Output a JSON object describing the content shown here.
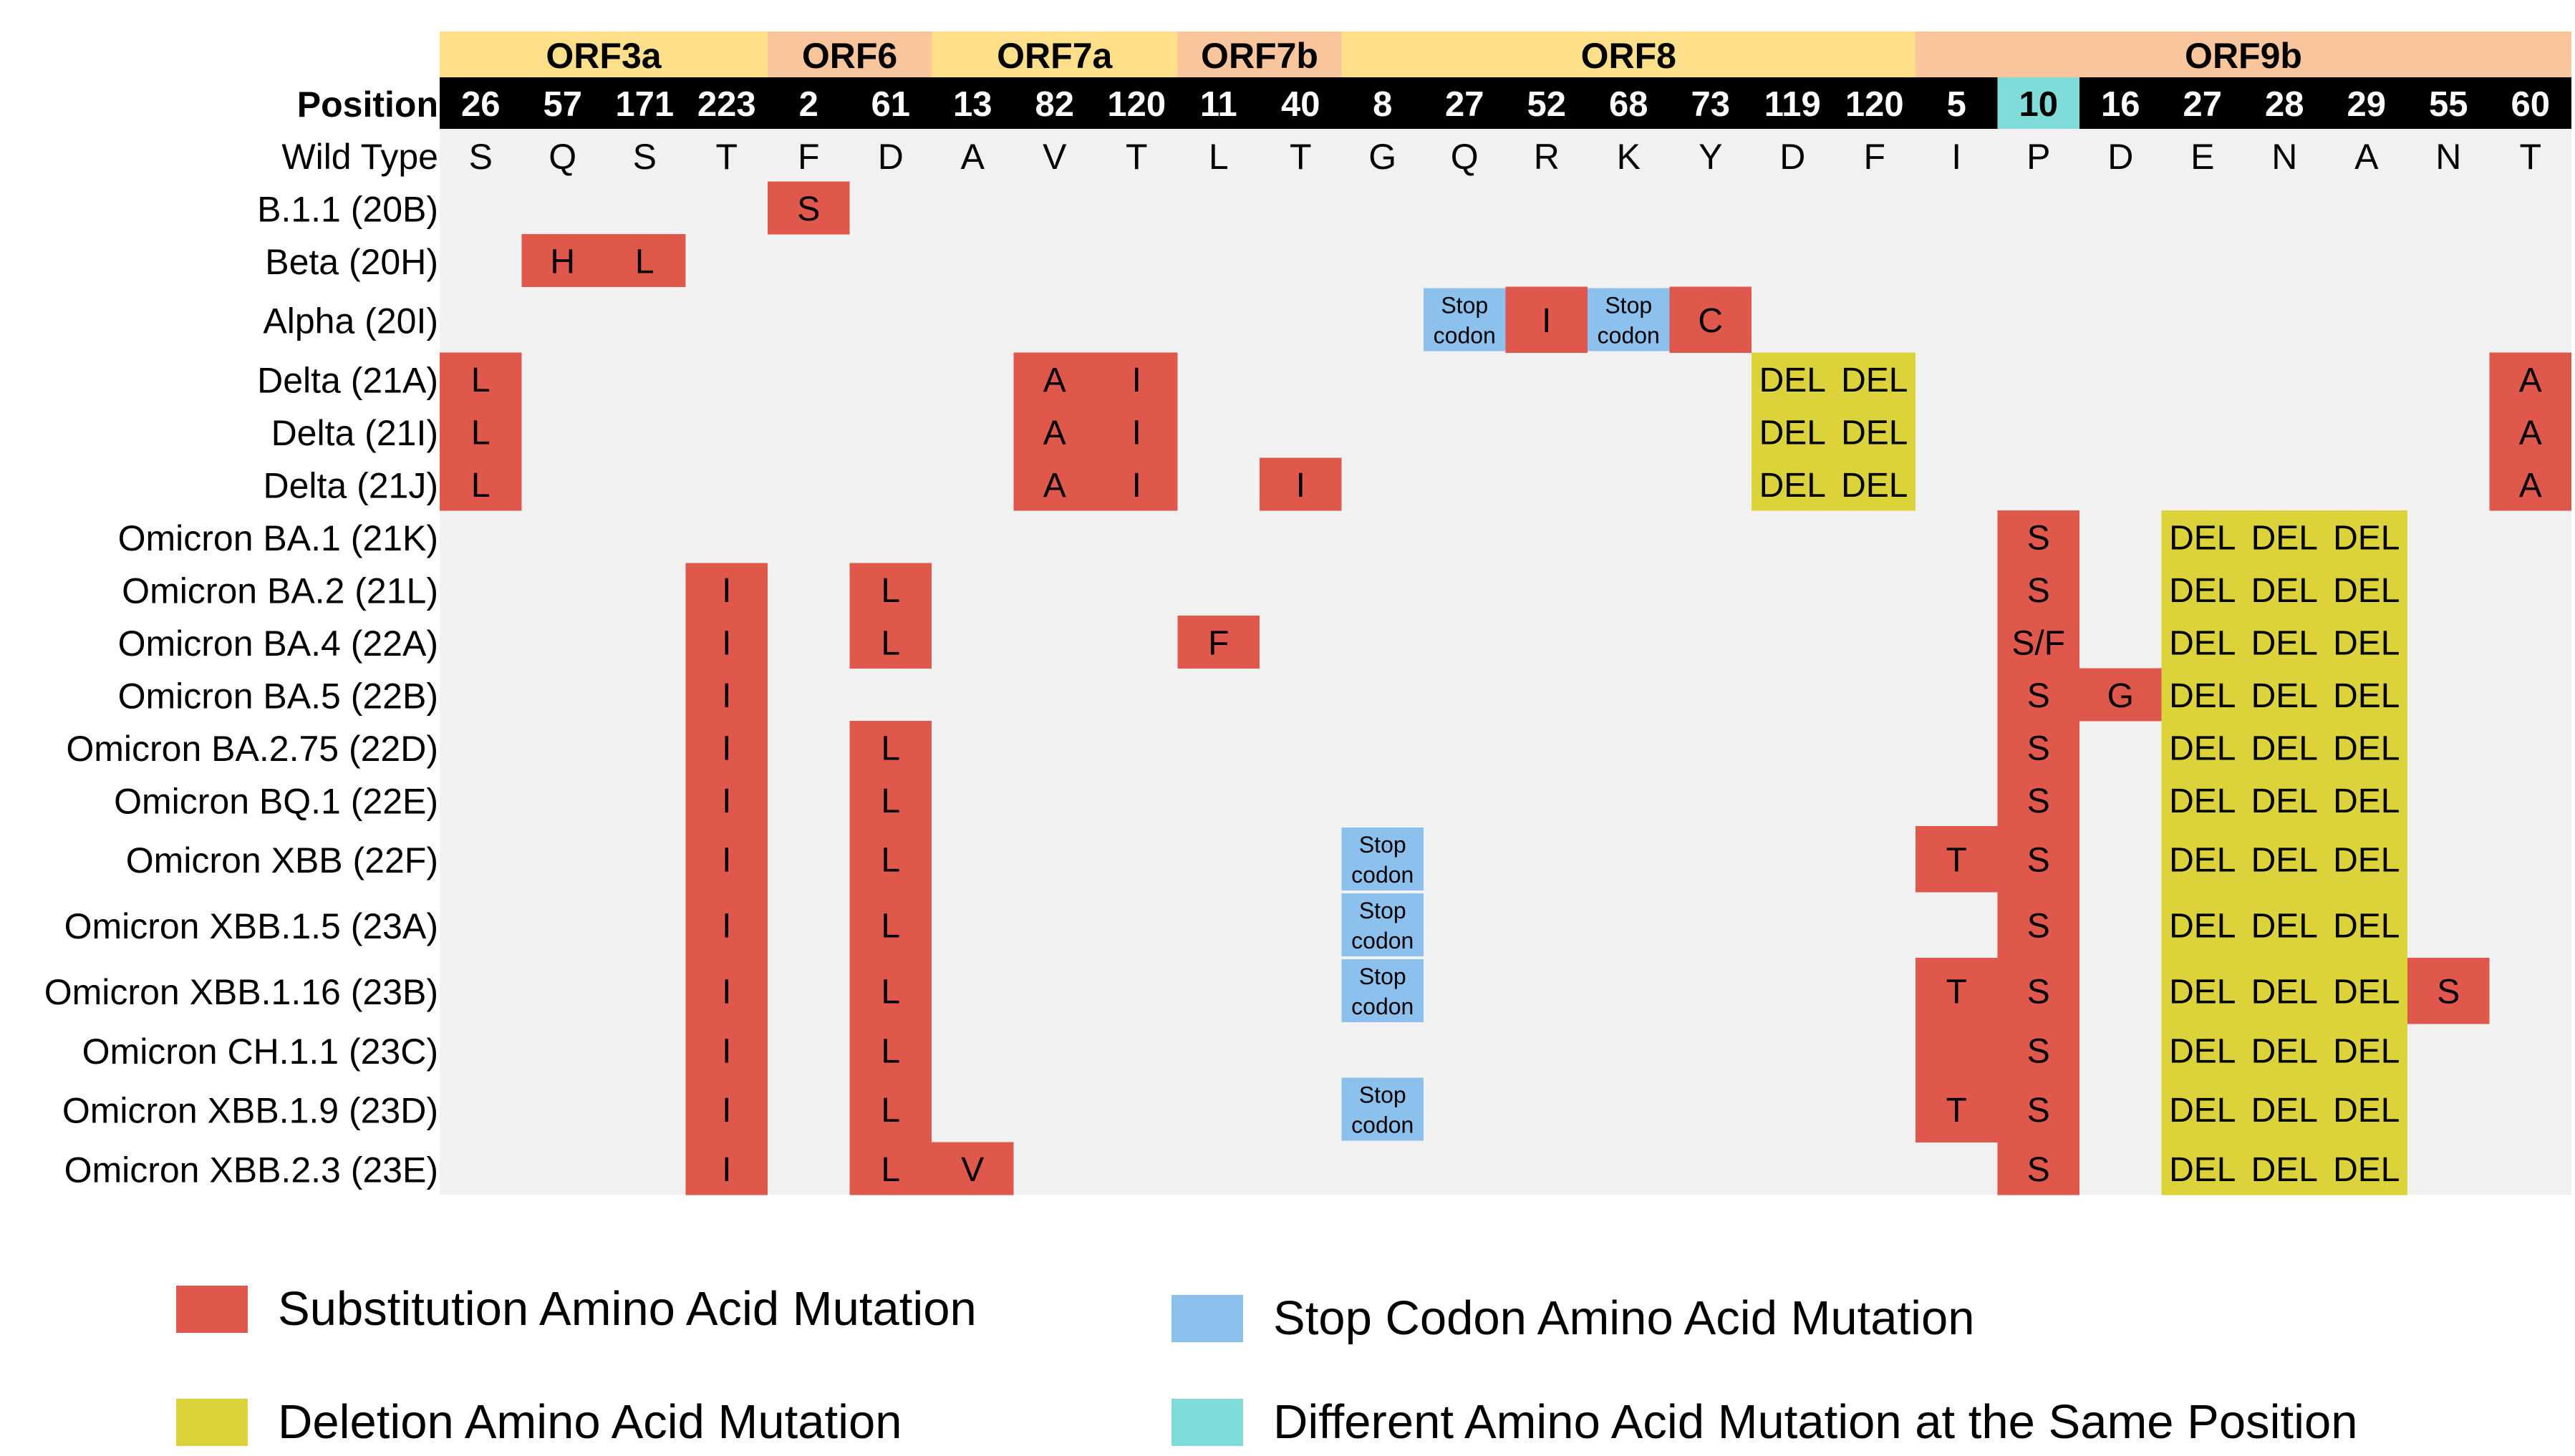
{
  "chart_data": {
    "type": "table",
    "genes": [
      {
        "name": "ORF3a",
        "span": 4,
        "color": "#ffdf8a"
      },
      {
        "name": "ORF6",
        "span": 2,
        "color": "#f8c59d"
      },
      {
        "name": "ORF7a",
        "span": 3,
        "color": "#ffdf8a"
      },
      {
        "name": "ORF7b",
        "span": 2,
        "color": "#f8c59d"
      },
      {
        "name": "ORF8",
        "span": 7,
        "color": "#ffdf8a"
      },
      {
        "name": "ORF9b",
        "span": 8,
        "color": "#f8c59d"
      }
    ],
    "position_label": "Position",
    "positions": [
      "26",
      "57",
      "171",
      "223",
      "2",
      "61",
      "13",
      "82",
      "120",
      "11",
      "40",
      "8",
      "27",
      "52",
      "68",
      "73",
      "119",
      "120",
      "5",
      "10",
      "16",
      "27",
      "28",
      "29",
      "55",
      "60"
    ],
    "highlight_position_index": 19,
    "wild_type_label": "Wild Type",
    "wild_type": [
      "S",
      "Q",
      "S",
      "T",
      "F",
      "D",
      "A",
      "V",
      "T",
      "L",
      "T",
      "G",
      "Q",
      "R",
      "K",
      "Y",
      "D",
      "F",
      "I",
      "P",
      "D",
      "E",
      "N",
      "A",
      "N",
      "T"
    ],
    "mutation_colors": {
      "S": "#e0584c",
      "D": "#dcd23a",
      "C": "#8cc1ee",
      "H": "#7fdcd8"
    },
    "stop_text": "Stop codon",
    "variants": [
      {
        "name": "B.1.1 (20B)",
        "muts": [
          [
            4,
            "S",
            "S"
          ]
        ]
      },
      {
        "name": "Beta (20H)",
        "muts": [
          [
            1,
            "H",
            "S"
          ],
          [
            2,
            "L",
            "S"
          ]
        ]
      },
      {
        "name": "Alpha (20I)",
        "tall": true,
        "muts": [
          [
            12,
            "Stop codon",
            "C"
          ],
          [
            13,
            "I",
            "S"
          ],
          [
            14,
            "Stop codon",
            "C"
          ],
          [
            15,
            "C",
            "S"
          ]
        ]
      },
      {
        "name": "Delta (21A)",
        "muts": [
          [
            0,
            "L",
            "S"
          ],
          [
            7,
            "A",
            "S"
          ],
          [
            8,
            "I",
            "S"
          ],
          [
            16,
            "DEL",
            "D"
          ],
          [
            17,
            "DEL",
            "D"
          ],
          [
            25,
            "A",
            "S"
          ]
        ]
      },
      {
        "name": "Delta (21I)",
        "muts": [
          [
            0,
            "L",
            "S"
          ],
          [
            7,
            "A",
            "S"
          ],
          [
            8,
            "I",
            "S"
          ],
          [
            16,
            "DEL",
            "D"
          ],
          [
            17,
            "DEL",
            "D"
          ],
          [
            25,
            "A",
            "S"
          ]
        ]
      },
      {
        "name": "Delta (21J)",
        "muts": [
          [
            0,
            "L",
            "S"
          ],
          [
            7,
            "A",
            "S"
          ],
          [
            8,
            "I",
            "S"
          ],
          [
            10,
            "I",
            "S"
          ],
          [
            16,
            "DEL",
            "D"
          ],
          [
            17,
            "DEL",
            "D"
          ],
          [
            25,
            "A",
            "S"
          ]
        ]
      },
      {
        "name": "Omicron BA.1 (21K)",
        "muts": [
          [
            19,
            "S",
            "S"
          ],
          [
            21,
            "DEL",
            "D"
          ],
          [
            22,
            "DEL",
            "D"
          ],
          [
            23,
            "DEL",
            "D"
          ]
        ]
      },
      {
        "name": "Omicron BA.2 (21L)",
        "muts": [
          [
            3,
            "I",
            "S"
          ],
          [
            5,
            "L",
            "S"
          ],
          [
            19,
            "S",
            "S"
          ],
          [
            21,
            "DEL",
            "D"
          ],
          [
            22,
            "DEL",
            "D"
          ],
          [
            23,
            "DEL",
            "D"
          ]
        ]
      },
      {
        "name": "Omicron BA.4 (22A)",
        "muts": [
          [
            3,
            "I",
            "S"
          ],
          [
            5,
            "L",
            "S"
          ],
          [
            9,
            "F",
            "S"
          ],
          [
            19,
            "S/F",
            "S"
          ],
          [
            21,
            "DEL",
            "D"
          ],
          [
            22,
            "DEL",
            "D"
          ],
          [
            23,
            "DEL",
            "D"
          ]
        ]
      },
      {
        "name": "Omicron BA.5 (22B)",
        "muts": [
          [
            3,
            "I",
            "S"
          ],
          [
            19,
            "S",
            "S"
          ],
          [
            20,
            "G",
            "S"
          ],
          [
            21,
            "DEL",
            "D"
          ],
          [
            22,
            "DEL",
            "D"
          ],
          [
            23,
            "DEL",
            "D"
          ]
        ]
      },
      {
        "name": "Omicron BA.2.75 (22D)",
        "muts": [
          [
            3,
            "I",
            "S"
          ],
          [
            5,
            "L",
            "S"
          ],
          [
            19,
            "S",
            "S"
          ],
          [
            21,
            "DEL",
            "D"
          ],
          [
            22,
            "DEL",
            "D"
          ],
          [
            23,
            "DEL",
            "D"
          ]
        ]
      },
      {
        "name": "Omicron BQ.1 (22E)",
        "muts": [
          [
            3,
            "I",
            "S"
          ],
          [
            5,
            "L",
            "S"
          ],
          [
            19,
            "S",
            "S"
          ],
          [
            21,
            "DEL",
            "D"
          ],
          [
            22,
            "DEL",
            "D"
          ],
          [
            23,
            "DEL",
            "D"
          ]
        ]
      },
      {
        "name": "Omicron XBB (22F)",
        "tall": true,
        "muts": [
          [
            3,
            "I",
            "S"
          ],
          [
            5,
            "L",
            "S"
          ],
          [
            11,
            "Stop codon",
            "C"
          ],
          [
            18,
            "T",
            "S"
          ],
          [
            19,
            "S",
            "S"
          ],
          [
            21,
            "DEL",
            "D"
          ],
          [
            22,
            "DEL",
            "D"
          ],
          [
            23,
            "DEL",
            "D"
          ]
        ]
      },
      {
        "name": "Omicron XBB.1.5 (23A)",
        "tall": true,
        "muts": [
          [
            3,
            "I",
            "S"
          ],
          [
            5,
            "L",
            "S"
          ],
          [
            11,
            "Stop codon",
            "C"
          ],
          [
            19,
            "S",
            "S"
          ],
          [
            21,
            "DEL",
            "D"
          ],
          [
            22,
            "DEL",
            "D"
          ],
          [
            23,
            "DEL",
            "D"
          ]
        ]
      },
      {
        "name": "Omicron XBB.1.16 (23B)",
        "tall": true,
        "muts": [
          [
            3,
            "I",
            "S"
          ],
          [
            5,
            "L",
            "S"
          ],
          [
            11,
            "Stop codon",
            "C"
          ],
          [
            18,
            "T",
            "S"
          ],
          [
            19,
            "S",
            "S"
          ],
          [
            21,
            "DEL",
            "D"
          ],
          [
            22,
            "DEL",
            "D"
          ],
          [
            23,
            "DEL",
            "D"
          ],
          [
            24,
            "S",
            "S"
          ]
        ]
      },
      {
        "name": "Omicron CH.1.1 (23C)",
        "muts": [
          [
            3,
            "I",
            "S"
          ],
          [
            5,
            "L",
            "S"
          ],
          [
            18,
            "",
            "S"
          ],
          [
            19,
            "S",
            "S"
          ],
          [
            21,
            "DEL",
            "D"
          ],
          [
            22,
            "DEL",
            "D"
          ],
          [
            23,
            "DEL",
            "D"
          ]
        ]
      },
      {
        "name": "Omicron XBB.1.9 (23D)",
        "tall": true,
        "muts": [
          [
            3,
            "I",
            "S"
          ],
          [
            5,
            "L",
            "S"
          ],
          [
            11,
            "Stop codon",
            "C"
          ],
          [
            18,
            "T",
            "S"
          ],
          [
            19,
            "S",
            "S"
          ],
          [
            21,
            "DEL",
            "D"
          ],
          [
            22,
            "DEL",
            "D"
          ],
          [
            23,
            "DEL",
            "D"
          ]
        ]
      },
      {
        "name": "Omicron XBB.2.3 (23E)",
        "muts": [
          [
            3,
            "I",
            "S"
          ],
          [
            5,
            "L",
            "S"
          ],
          [
            6,
            "V",
            "S"
          ],
          [
            19,
            "S",
            "S"
          ],
          [
            21,
            "DEL",
            "D"
          ],
          [
            22,
            "DEL",
            "D"
          ],
          [
            23,
            "DEL",
            "D"
          ]
        ]
      }
    ]
  },
  "legend": {
    "substitution": "Substitution Amino Acid Mutation",
    "stop": "Stop Codon Amino Acid Mutation",
    "deletion": "Deletion Amino Acid Mutation",
    "different": "Different Amino Acid Mutation at the Same Position"
  }
}
